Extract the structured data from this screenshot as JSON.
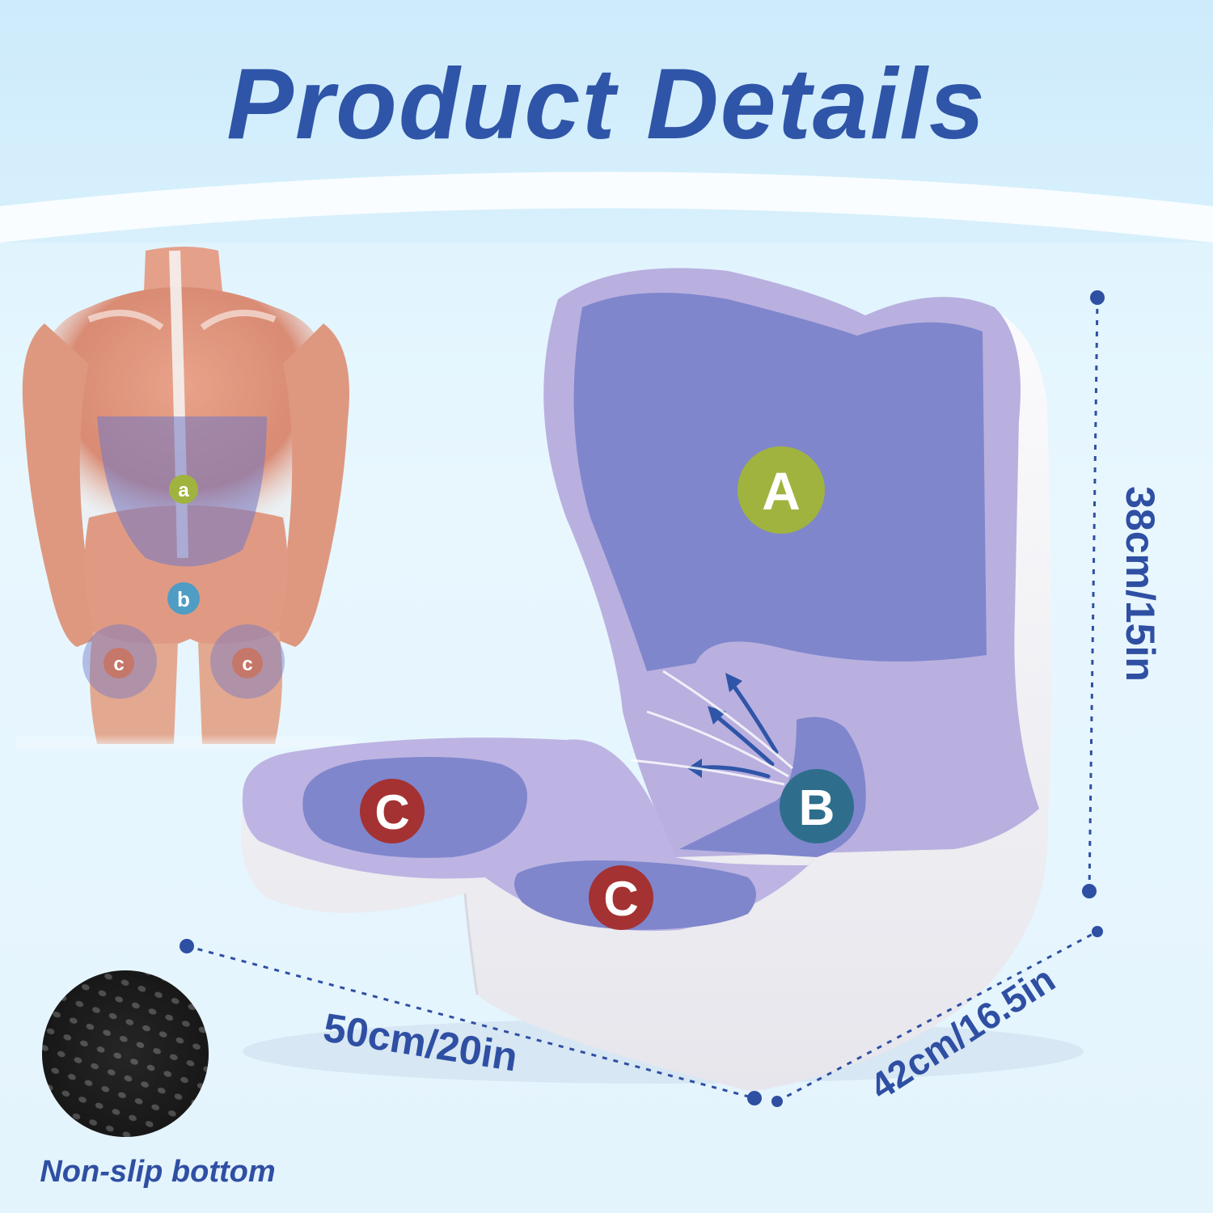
{
  "title": "Product Details",
  "dimensions": {
    "height": "38cm/15in",
    "width": "50cm/20in",
    "depth": "42cm/16.5in"
  },
  "non_slip_label": "Non-slip bottom",
  "body_zones": {
    "a": "a",
    "b": "b",
    "c_left": "c",
    "c_right": "c"
  },
  "cushion_zones": {
    "A": "A",
    "B": "B",
    "C_left": "C",
    "C_front": "C"
  },
  "colors": {
    "title": "#2f55a8",
    "zone_a": "#a0b33f",
    "zone_b": "#2e6e8c",
    "zone_c": "#a43232",
    "cushion_lilac": "#b9b0df",
    "cushion_zone": "#7f86cc",
    "cushion_base": "#f4f3f6"
  }
}
